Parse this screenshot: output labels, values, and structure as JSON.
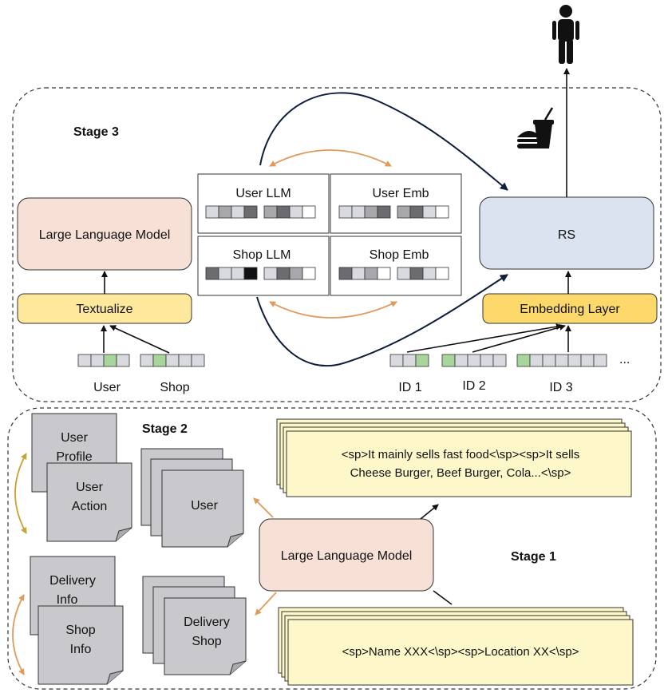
{
  "colors": {
    "llm_fill": "#f7e1d6",
    "rs_fill": "#dbe3f1",
    "textualize_fill": "#fde89c",
    "embedding_layer_fill": "#fcd96a",
    "note_fill": "#fdf7c9",
    "doc_fill": "#c9c9cd",
    "cell_dark": "#6b6b70",
    "cell_mid": "#a7a7ac",
    "cell_light": "#d9dadf",
    "cell_green": "#a8d59b",
    "arrow_orange": "#e09a5a",
    "arrow_gold": "#c9a233",
    "arrow_dark": "#0f1e3d"
  },
  "stage3": {
    "title": "Stage 3",
    "llm_label": "Large Language Model",
    "textualize_label": "Textualize",
    "inputs": {
      "user": "User",
      "shop": "Shop"
    },
    "user_llm": "User LLM",
    "user_emb": "User Emb",
    "shop_llm": "Shop LLM",
    "shop_emb": "Shop Emb",
    "rs_label": "RS",
    "embedding_layer_label": "Embedding Layer",
    "ids": [
      "ID 1",
      "ID 2",
      "ID 3"
    ],
    "ellipsis": "...",
    "person_icon": "person-icon",
    "food_icon": "fast-food-icon"
  },
  "stage2": {
    "title": "Stage 2",
    "docs": {
      "user_profile": [
        "User",
        "Profile"
      ],
      "user_action": [
        "User",
        "Action"
      ],
      "user": [
        "User"
      ],
      "delivery_info": [
        "Delivery",
        "Info"
      ],
      "shop_info": [
        "Shop",
        "Info"
      ],
      "delivery_shop": [
        "Delivery",
        "Shop"
      ]
    },
    "llm_label": "Large Language Model"
  },
  "stage1": {
    "title": "Stage 1",
    "note_top": [
      "<sp>It mainly sells fast food<\\sp><sp>It sells",
      "Cheese Burger, Beef Burger, Cola...<\\sp>"
    ],
    "note_bottom": [
      "<sp>Name XXX<\\sp><sp>Location XX<\\sp>"
    ]
  }
}
